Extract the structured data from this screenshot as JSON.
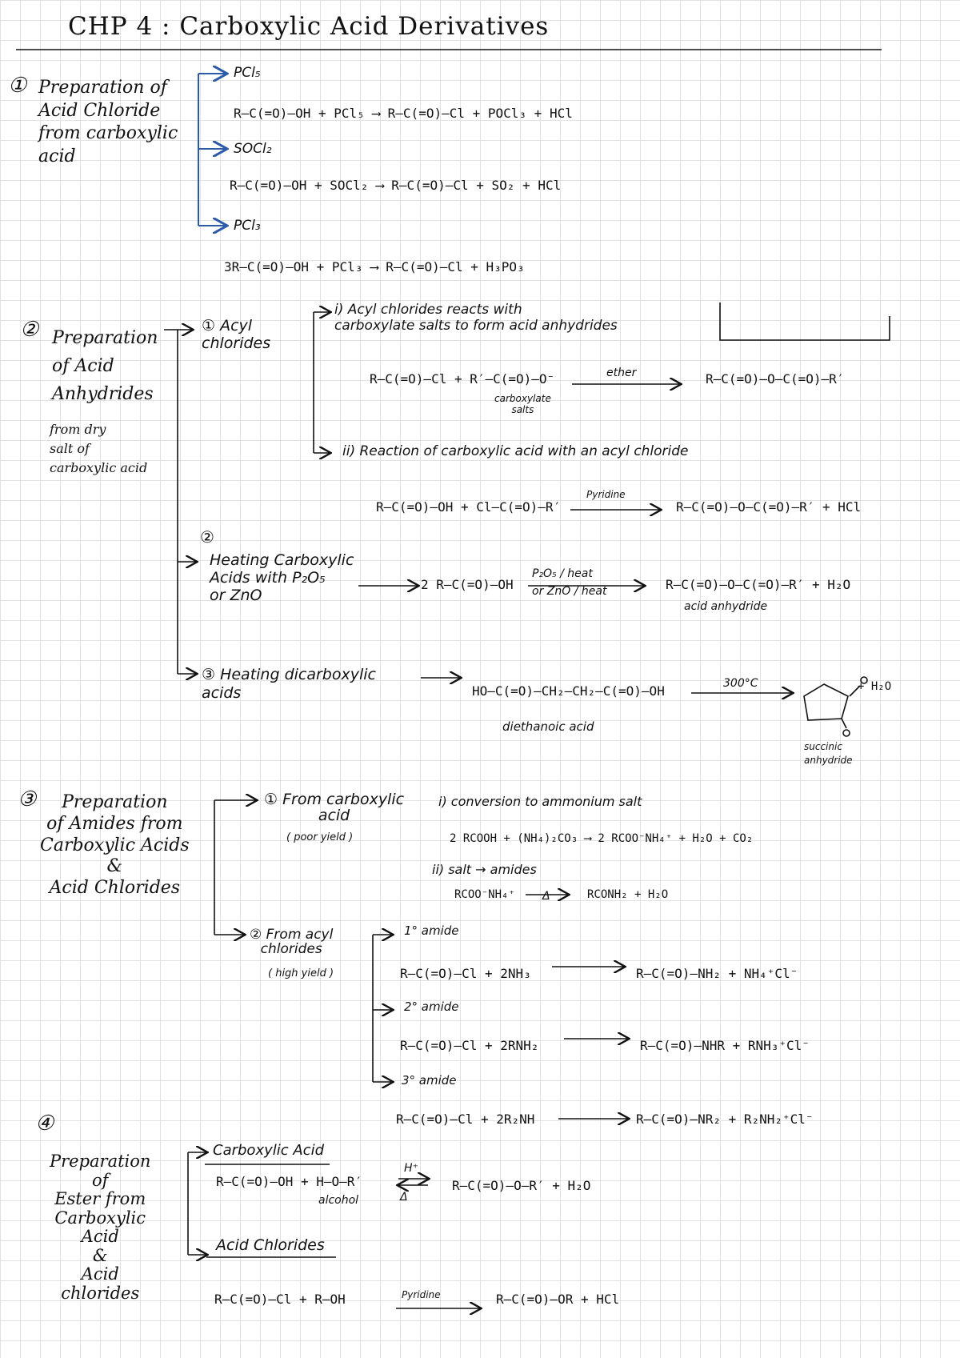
{
  "title": "CHP 4 : Carboxylic Acid Derivatives",
  "sec1": {
    "number": "①",
    "heading": "Preparation of\nAcid Chloride\nfrom carboxylic\nacid",
    "pcl5_label": "PCl₅",
    "pcl5_eq": "R–C(=O)–OH + PCl₅ ⟶ R–C(=O)–Cl + POCl₃ + HCl",
    "socl2_label": "SOCl₂",
    "socl2_eq": "R–C(=O)–OH + SOCl₂ ⟶ R–C(=O)–Cl + SO₂ + HCl",
    "pcl3_label": "PCl₃",
    "pcl3_eq": "3R–C(=O)–OH + PCl₃ ⟶ R–C(=O)–Cl + H₃PO₃"
  },
  "sec2": {
    "number": "②",
    "heading": "Preparation\nof Acid\nAnhydrides",
    "subheading": "from dry\nsalt of\ncarboxylic acid",
    "acyl_label": "① Acyl\nchlorides",
    "i_text": "i) Acyl chlorides reacts with\ncarboxylate salts to form acid anhydrides",
    "i_eq_left": "R–C(=O)–Cl + R′–C(=O)–O⁻",
    "i_salts": "carboxylate\nsalts",
    "i_cond": "ether",
    "i_eq_right": "R–C(=O)–O–C(=O)–R′",
    "ii_text": "ii) Reaction of carboxylic acid with an acyl chloride",
    "ii_eq_left": "R–C(=O)–OH + Cl–C(=O)–R′",
    "ii_cond": "Pyridine",
    "ii_eq_right": "R–C(=O)–O–C(=O)–R′ + HCl",
    "heat_num": "②",
    "heat_label": "Heating Carboxylic\nAcids with P₂O₅\nor ZnO",
    "heat_eq_left": "2 R–C(=O)–OH",
    "heat_cond": "P₂O₅ / heat\nor ZnO / heat",
    "heat_eq_right": "R–C(=O)–O–C(=O)–R′ + H₂O",
    "heat_product": "acid anhydride",
    "dicarb_label": "③ Heating dicarboxylic\nacids",
    "dicarb_eq": "HO–C(=O)–CH₂–CH₂–C(=O)–OH",
    "dicarb_name": "diethanoic acid",
    "dicarb_cond": "300°C",
    "dicarb_plus": "+ H₂O",
    "dicarb_product": "succinic\nanhydride"
  },
  "sec3": {
    "number": "③",
    "heading": "Preparation\nof Amides from\nCarboxylic Acids\n&\nAcid Chlorides",
    "from_acid": "① From carboxylic\nacid",
    "from_acid_note": "( poor yield )",
    "i_text": "i) conversion to ammonium salt",
    "i_eq": "2 RCOOH + (NH₄)₂CO₃ ⟶ 2 RCOO⁻NH₄⁺ + H₂O + CO₂",
    "ii_text": "ii) salt → amides",
    "ii_eq_left": "RCOO⁻NH₄⁺",
    "ii_cond": "Δ",
    "ii_eq_right": "RCONH₂ + H₂O",
    "from_acyl": "② From acyl\nchlorides",
    "from_acyl_note": "( high yield )",
    "amide1_label": "1° amide",
    "amide1_eq_left": "R–C(=O)–Cl + 2NH₃",
    "amide1_eq_right": "R–C(=O)–NH₂ + NH₄⁺Cl⁻",
    "amide2_label": "2° amide",
    "amide2_eq_left": "R–C(=O)–Cl + 2RNH₂",
    "amide2_eq_right": "R–C(=O)–NHR + RNH₃⁺Cl⁻",
    "amide3_label": "3° amide",
    "amide3_eq_left": "R–C(=O)–Cl + 2R₂NH",
    "amide3_eq_right": "R–C(=O)–NR₂ + R₂NH₂⁺Cl⁻"
  },
  "sec4": {
    "number": "④",
    "heading": "Preparation\nof\nEster from\nCarboxylic\nAcid\n&\nAcid\nchlorides",
    "acid_label": "Carboxylic Acid",
    "acid_eq_left": "R–C(=O)–OH + H–O–R′",
    "alcohol": "alcohol",
    "acid_cond_top": "H⁺",
    "acid_cond_bottom": "Δ",
    "acid_eq_right": "R–C(=O)–O–R′ + H₂O",
    "chloride_label": "Acid Chlorides",
    "chloride_eq_left": "R–C(=O)–Cl + R–OH",
    "chloride_cond": "Pyridine",
    "chloride_eq_right": "R–C(=O)–OR + HCl"
  }
}
